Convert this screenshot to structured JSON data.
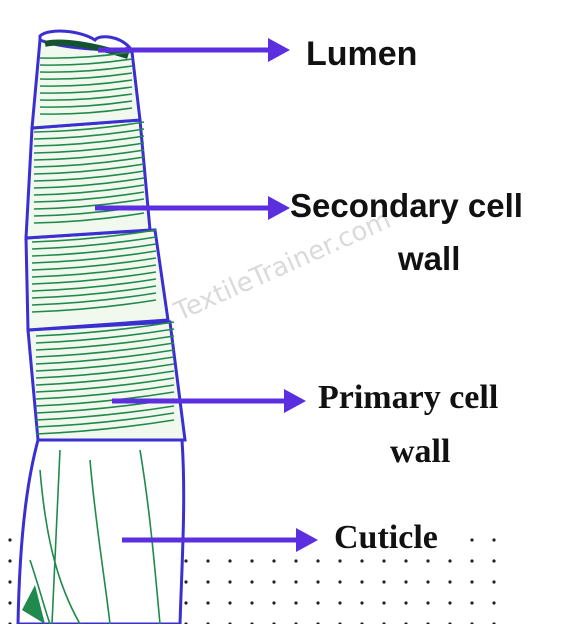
{
  "labels": {
    "lumen": "Lumen",
    "secondary_line1": "Secondary cell",
    "secondary_line2": "wall",
    "primary_line1": "Primary cell",
    "primary_line2": "wall",
    "cuticle": "Cuticle"
  },
  "watermark": "TextileTrainer.com",
  "colors": {
    "arrow": "#5b2ee0",
    "outline": "#3a2fd0",
    "fibre_lines": "#1f8a4c",
    "fibre_fill": "#f1f8ee",
    "text": "#111111",
    "dots": "#222222"
  }
}
